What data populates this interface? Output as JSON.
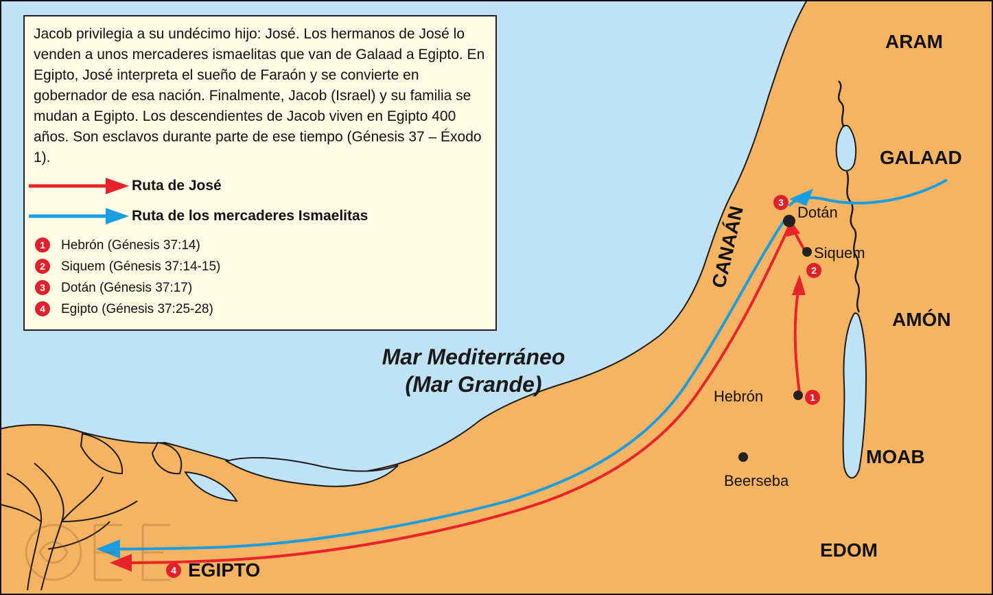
{
  "intro": "Jacob privilegia a su undécimo hijo: José. Los hermanos de José lo venden a unos mercaderes ismaelitas que van de Galaad a Egipto. En Egipto, José interpreta el sueño de Faraón y se convierte en gobernador de esa nación. Finalmente, Jacob (Israel) y su familia se mudan a Egipto. Los descendientes de Jacob viven en Egipto 400 años. Son esclavos durante parte de ese tiempo (Génesis 37 – Éxodo 1).",
  "routes": [
    {
      "label": "Ruta de José",
      "color": "#e8232a"
    },
    {
      "label": "Ruta de los mercaderes Ismaelitas",
      "color": "#1b9ee0"
    }
  ],
  "legend": [
    {
      "num": "1",
      "text": "Hebrón (Génesis 37:14)"
    },
    {
      "num": "2",
      "text": "Siquem (Génesis 37:14-15)"
    },
    {
      "num": "3",
      "text": "Dotán (Génesis 37:17)"
    },
    {
      "num": "4",
      "text": "Egipto (Génesis 37:25-28)"
    }
  ],
  "sea": {
    "line1": "Mar Mediterráneo",
    "line2": "(Mar Grande)"
  },
  "regions": {
    "aram": "ARAM",
    "galaad": "GALAAD",
    "amon": "AMÓN",
    "moab": "MOAB",
    "edom": "EDOM",
    "canaan": "CANAÁN",
    "egipto": "EGIPTO"
  },
  "cities": {
    "dotan": "Dotán",
    "siquem": "Siquem",
    "hebron": "Hebrón",
    "beerseba": "Beerseba"
  },
  "markers": {
    "one": "1",
    "two": "2",
    "three": "3",
    "four": "4"
  },
  "colors": {
    "sea": "#bfe3f5",
    "land": "#f6b462",
    "coast": "#1a1a1a",
    "red_route": "#e8232a",
    "blue_route": "#1b9ee0",
    "badge": "#e0202a",
    "box": "#fefbe6"
  }
}
